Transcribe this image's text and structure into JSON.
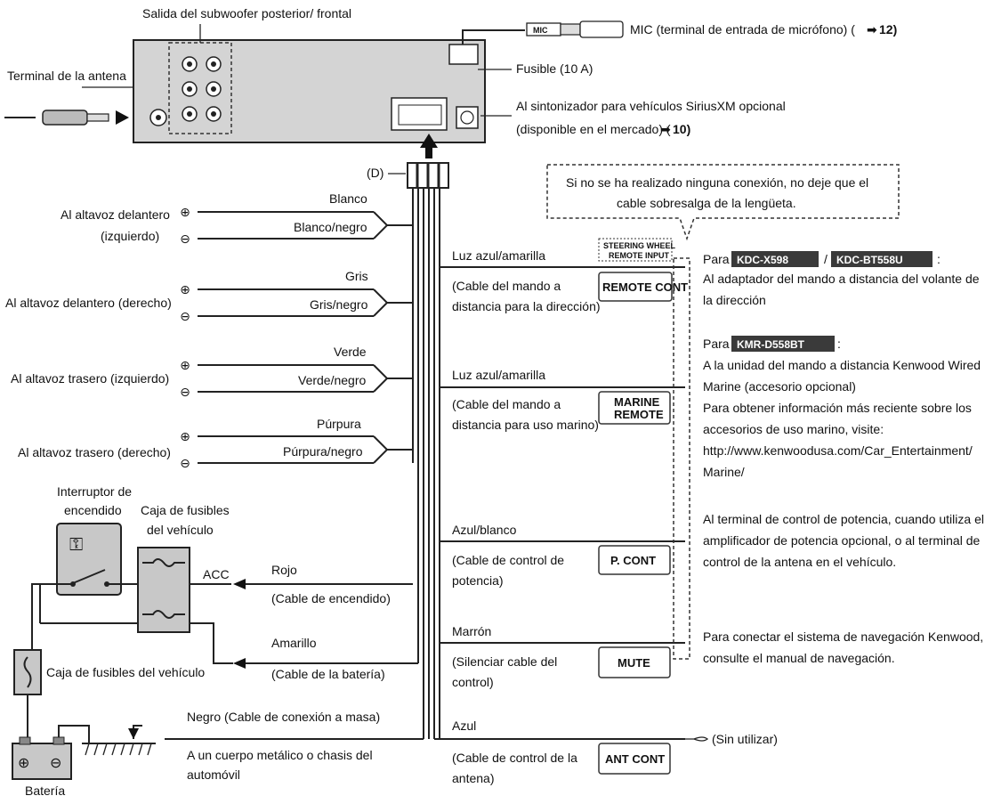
{
  "top": {
    "subwoofer_label": "Salida del subwoofer posterior/ frontal",
    "antenna_label": "Terminal de la antena",
    "mic_tag": "MIC",
    "mic_label": "MIC (terminal de entrada de micrófono) (",
    "mic_ref": "12)",
    "fuse_label": "Fusible (10 A)",
    "sirius_line1": "Al sintonizador para vehículos SiriusXM opcional",
    "sirius_line2": "(disponible en el mercado) (",
    "sirius_ref": "10)",
    "connector_d": "(D)"
  },
  "callout": {
    "line1": "Si no se ha realizado ninguna conexión, no deje que el",
    "line2": "cable sobresalga de la lengüeta."
  },
  "speakers": [
    {
      "label1": "Al altavoz delantero",
      "label2": "(izquierdo)",
      "plus_wire": "Blanco",
      "minus_wire": "Blanco/negro"
    },
    {
      "label1": "Al altavoz delantero (derecho)",
      "label2": "",
      "plus_wire": "Gris",
      "minus_wire": "Gris/negro"
    },
    {
      "label1": "Al altavoz trasero (izquierdo)",
      "label2": "",
      "plus_wire": "Verde",
      "minus_wire": "Verde/negro"
    },
    {
      "label1": "Al altavoz trasero (derecho)",
      "label2": "",
      "plus_wire": "Púrpura",
      "minus_wire": "Púrpura/negro"
    }
  ],
  "power": {
    "ignition_label1": "Interruptor de",
    "ignition_label2": "encendido",
    "fusebox_label1": "Caja de fusibles",
    "fusebox_label2": "del vehículo",
    "acc": "ACC",
    "red_wire": "Rojo",
    "red_desc": "(Cable de encendido)",
    "yellow_wire": "Amarillo",
    "yellow_desc": "(Cable de la batería)",
    "fusebox2_label": "Caja de fusibles del vehículo",
    "black_wire": "Negro (Cable de conexión a masa)",
    "ground_desc1": "A un cuerpo metálico o chasis del",
    "ground_desc2": "automóvil",
    "battery_label": "Batería"
  },
  "remote_wires": [
    {
      "color": "Luz azul/amarilla",
      "desc1": "(Cable del mando a",
      "desc2": "distancia para la dirección)",
      "tag_top": "STEERING WHEEL",
      "tag_top2": "REMOTE INPUT",
      "tag": "REMOTE CONT"
    },
    {
      "color": "Luz azul/amarilla",
      "desc1": "(Cable del mando a",
      "desc2": "distancia para uso marino)",
      "tag": "MARINE",
      "tag2": "REMOTE"
    },
    {
      "color": "Azul/blanco",
      "desc1": "(Cable de control de",
      "desc2": "potencia)",
      "tag": "P. CONT"
    },
    {
      "color": "Marrón",
      "desc1": "(Silenciar cable del",
      "desc2": "control)",
      "tag": "MUTE"
    },
    {
      "color": "Azul",
      "desc1": "(Cable de control de la",
      "desc2": "antena)",
      "tag": "ANT CONT"
    }
  ],
  "right_notes": {
    "para1": "Para",
    "model1": "KDC-X598",
    "slash": "/",
    "model2": "KDC-BT558U",
    "colon": ":",
    "note1_line1": "Al adaptador del mando a distancia del volante de",
    "note1_line2": "la dirección",
    "para2": "Para",
    "model3": "KMR-D558BT",
    "colon2": ":",
    "note2_line1": "A la unidad del mando a distancia Kenwood Wired",
    "note2_line2": "Marine (accesorio opcional)",
    "note2_line3": "Para obtener información más reciente sobre los",
    "note2_line4": "accesorios de uso marino, visite:",
    "note2_line5": "http://www.kenwoodusa.com/Car_Entertainment/",
    "note2_line6": "Marine/",
    "note3_line1": "Al terminal de control de potencia, cuando utiliza el",
    "note3_line2": "amplificador de potencia opcional, o al terminal de",
    "note3_line3": "control de la antena en el vehículo.",
    "note4_line1": "Para conectar el sistema de navegación Kenwood,",
    "note4_line2": "consulte el manual de navegación.",
    "note5": "(Sin utilizar)"
  }
}
